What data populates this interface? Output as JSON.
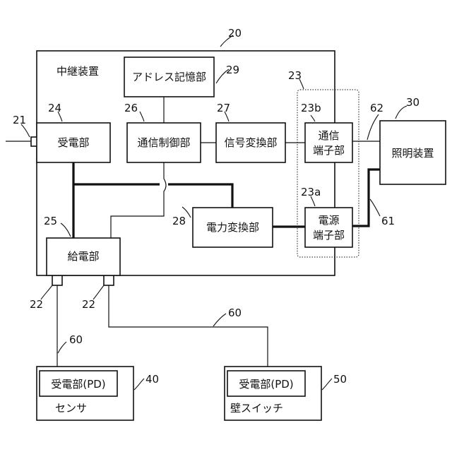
{
  "relay": {
    "title": "中継装置",
    "ref": "20",
    "blocks": {
      "address_memory": {
        "label": "アドレス記憶部",
        "ref": "29"
      },
      "power_receive": {
        "label": "受電部",
        "ref": "24"
      },
      "comm_control": {
        "label": "通信制御部",
        "ref": "26"
      },
      "signal_convert": {
        "label": "信号変換部",
        "ref": "27"
      },
      "comm_terminal": {
        "label_line1": "通信",
        "label_line2": "端子部",
        "ref": "23b"
      },
      "power_convert": {
        "label": "電力変換部",
        "ref": "28"
      },
      "power_terminal": {
        "label_line1": "電源",
        "label_line2": "端子部",
        "ref": "23a"
      },
      "power_supply": {
        "label": "給電部",
        "ref": "25"
      }
    },
    "terminal_group_ref": "23",
    "input_terminal_ref": "21",
    "output_terminal_refs": [
      "22",
      "22"
    ]
  },
  "lighting": {
    "label": "照明装置",
    "ref": "30"
  },
  "sensor": {
    "inner_label": "受電部(PD)",
    "label": "センサ",
    "ref": "40"
  },
  "wall_switch": {
    "inner_label": "受電部(PD)",
    "label": "壁スイッチ",
    "ref": "50"
  },
  "lines": {
    "comm_line_ref": "62",
    "power_line_ref": "61",
    "cable_ref_a": "60",
    "cable_ref_b": "60"
  }
}
